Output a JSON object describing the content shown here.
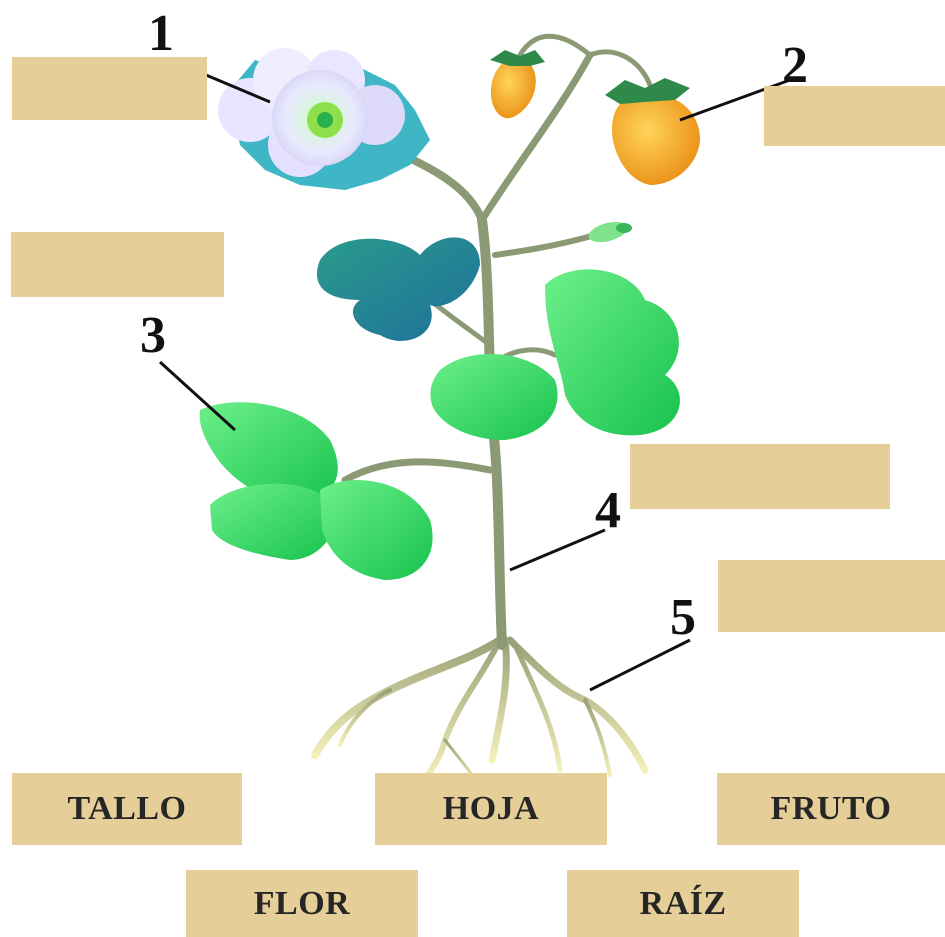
{
  "diagram": {
    "labels": [
      {
        "id": "1",
        "text": "1"
      },
      {
        "id": "2",
        "text": "2"
      },
      {
        "id": "3",
        "text": "3"
      },
      {
        "id": "4",
        "text": "4"
      },
      {
        "id": "5",
        "text": "5"
      }
    ],
    "word_bank": [
      "TALLO",
      "HOJA",
      "FRUTO",
      "FLOR",
      "RAÍZ"
    ],
    "colors": {
      "box_fill": "#e6ce98",
      "stem": "#8b9a74",
      "leaf_light": "#3ee070",
      "leaf_dark": "#1f7f86",
      "fruit": "#f2a42a",
      "root": "#e9e6a8"
    }
  }
}
